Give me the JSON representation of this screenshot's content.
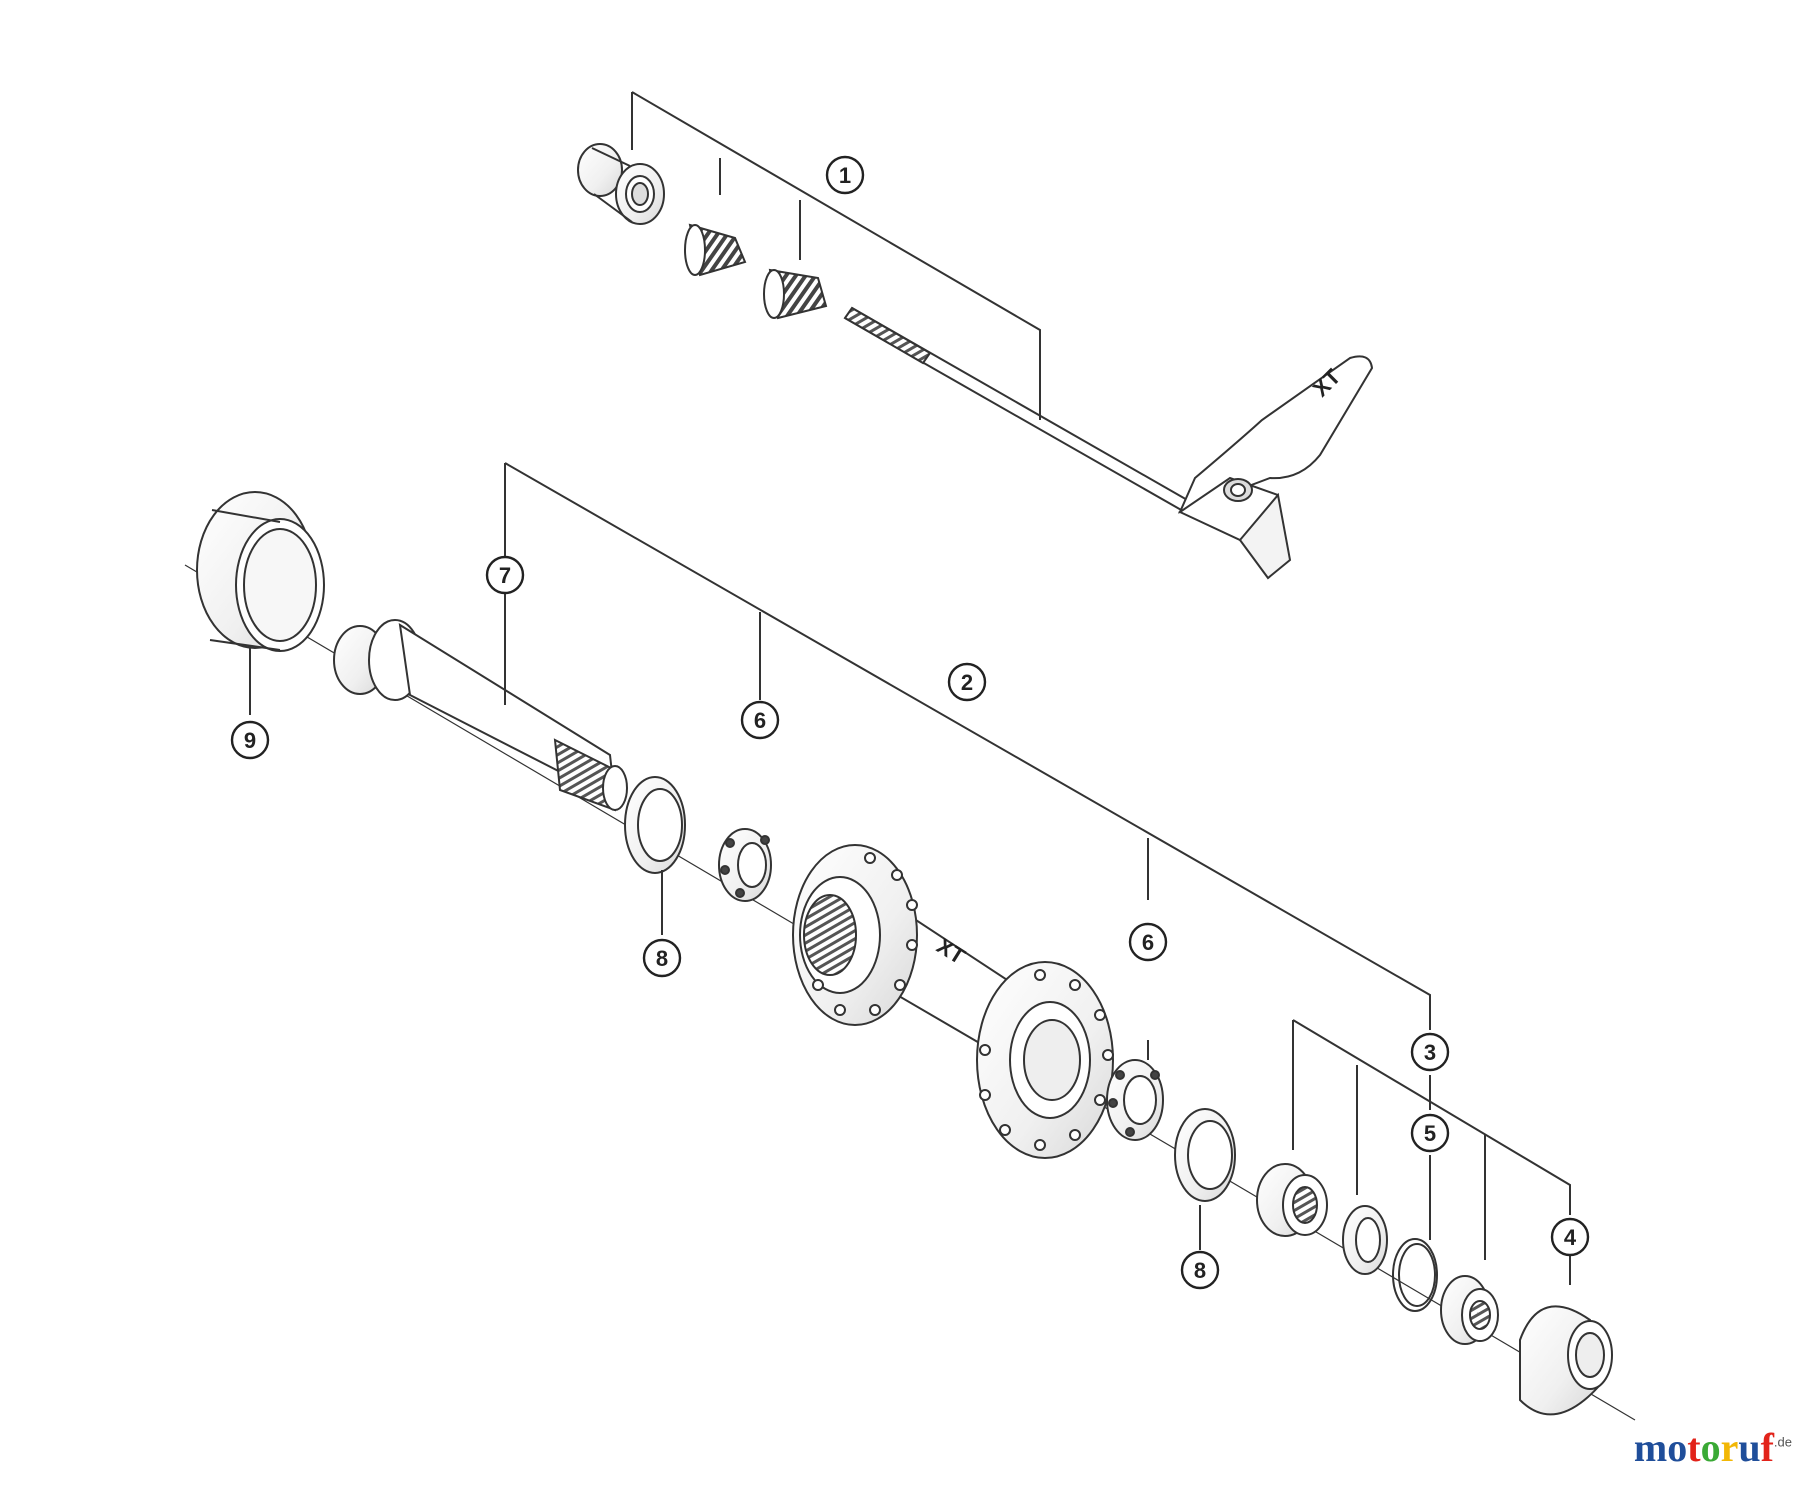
{
  "callouts": {
    "c1": "1",
    "c2": "2",
    "c3": "3",
    "c4": "4",
    "c5": "5",
    "c6a": "6",
    "c6b": "6",
    "c7": "7",
    "c8a": "8",
    "c8b": "8",
    "c9": "9"
  },
  "hub_label": "XT",
  "lever_label": "XT",
  "watermark": {
    "letters": [
      "m",
      "o",
      "t",
      "o",
      "r",
      "u",
      "f"
    ],
    "suffix": ".de",
    "colors": [
      "#1f4e9a",
      "#1f4e9a",
      "#e2231a",
      "#3aa935",
      "#f2b705",
      "#1f4e9a",
      "#e2231a"
    ]
  }
}
